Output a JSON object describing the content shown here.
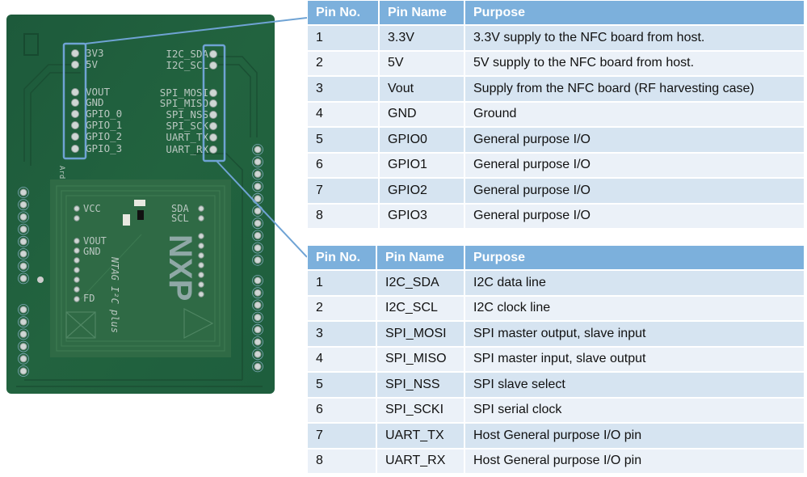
{
  "board": {
    "left_header_labels": [
      "3V3",
      "5V",
      "VOUT",
      "GND",
      "GPIO_0",
      "GPIO_1",
      "GPIO_2",
      "GPIO_3"
    ],
    "right_header_labels": [
      "I2C_SDA",
      "I2C_SCL",
      "SPI_MOSI",
      "SPI_MISO",
      "SPI_NSS",
      "SPI_SCK",
      "UART_TX",
      "UART_RX"
    ],
    "module_labels": {
      "vcc": "VCC",
      "vout": "VOUT",
      "gnd": "GND",
      "fd": "FD",
      "sda": "SDA",
      "scl": "SCL",
      "product": "NTAG I²C plus",
      "brand": "NXP"
    },
    "edge_label": "Ard",
    "colors": {
      "pcb": "#1f5c3c",
      "module": "#2f6a45",
      "callout": "#6fa3d4"
    }
  },
  "tables": {
    "left_header": {
      "columns": [
        "Pin No.",
        "Pin Name",
        "Purpose"
      ],
      "rows": [
        [
          "1",
          "3.3V",
          "3.3V supply to the NFC board from host."
        ],
        [
          "2",
          "5V",
          "5V supply to the NFC board from host."
        ],
        [
          "3",
          "Vout",
          "Supply from the NFC board (RF harvesting case)"
        ],
        [
          "4",
          "GND",
          "Ground"
        ],
        [
          "5",
          "GPIO0",
          "General purpose I/O"
        ],
        [
          "6",
          "GPIO1",
          "General purpose I/O"
        ],
        [
          "7",
          "GPIO2",
          "General purpose I/O"
        ],
        [
          "8",
          "GPIO3",
          "General purpose I/O"
        ]
      ]
    },
    "right_header": {
      "columns": [
        "Pin No.",
        "Pin Name",
        "Purpose"
      ],
      "rows": [
        [
          "1",
          "I2C_SDA",
          "I2C data line"
        ],
        [
          "2",
          "I2C_SCL",
          "I2C clock line"
        ],
        [
          "3",
          "SPI_MOSI",
          "SPI master output, slave input"
        ],
        [
          "4",
          "SPI_MISO",
          "SPI master input, slave output"
        ],
        [
          "5",
          "SPI_NSS",
          "SPI slave select"
        ],
        [
          "6",
          "SPI_SCKI",
          "SPI serial clock"
        ],
        [
          "7",
          "UART_TX",
          "Host General purpose I/O pin"
        ],
        [
          "8",
          "UART_RX",
          "Host General purpose I/O pin"
        ]
      ]
    },
    "colors": {
      "header": "#7cb0dc",
      "row_odd": "#d6e4f1",
      "row_even": "#ebf1f8"
    }
  }
}
